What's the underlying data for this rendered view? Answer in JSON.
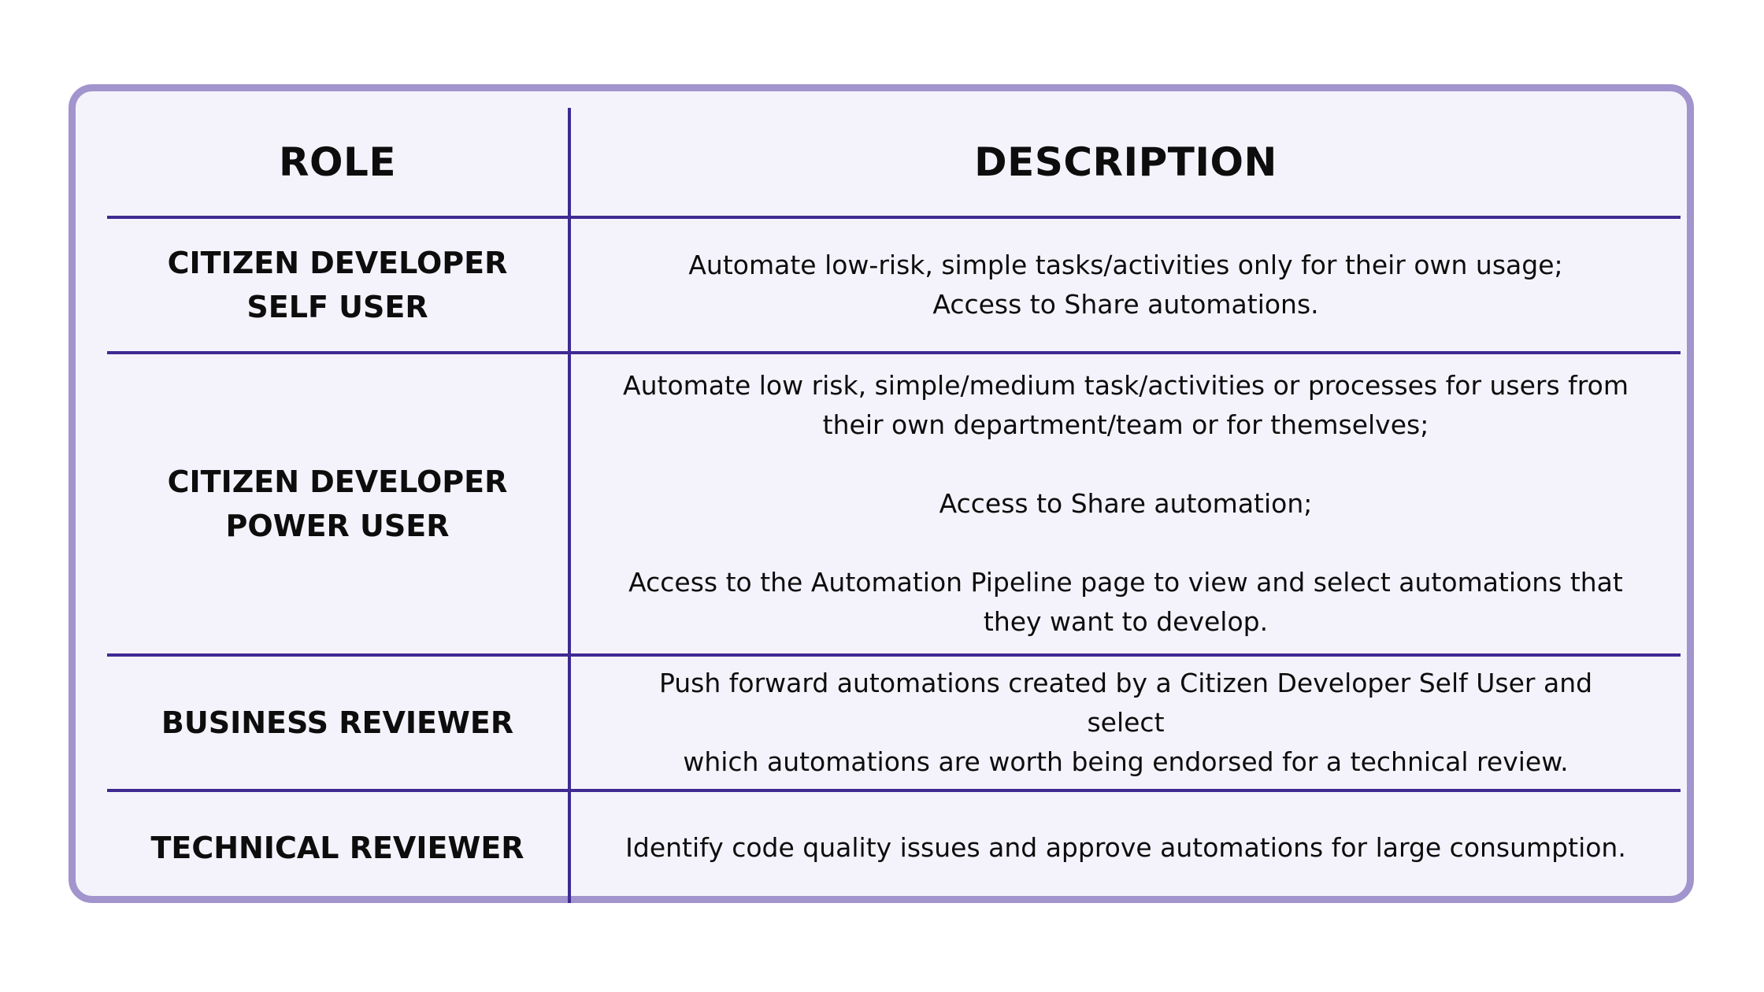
{
  "table": {
    "headers": {
      "role": "ROLE",
      "description": "DESCRIPTION"
    },
    "rows": [
      {
        "role_lines": [
          "CITIZEN DEVELOPER",
          "SELF USER"
        ],
        "description_paragraphs": [
          [
            "Automate low-risk, simple tasks/activities only for their own usage;",
            "Access to Share automations."
          ]
        ]
      },
      {
        "role_lines": [
          "CITIZEN DEVELOPER",
          "POWER USER"
        ],
        "description_paragraphs": [
          [
            "Automate low risk, simple/medium task/activities or processes for users from",
            "their own department/team or for themselves;"
          ],
          [
            "Access to Share automation;"
          ],
          [
            "Access to the Automation Pipeline page to view and select automations that",
            "they want to develop."
          ]
        ]
      },
      {
        "role_lines": [
          "BUSINESS REVIEWER"
        ],
        "description_paragraphs": [
          [
            "Push forward automations created by a Citizen Developer Self User and select",
            "which automations are worth being endorsed for a technical review."
          ]
        ]
      },
      {
        "role_lines": [
          "TECHNICAL REVIEWER"
        ],
        "description_paragraphs": [
          [
            "Identify code quality issues and approve automations for large consumption."
          ]
        ]
      }
    ]
  },
  "colors": {
    "border": "#a294cc",
    "background": "#f4f3fb",
    "rule": "#3e2a92",
    "text": "#0d0d0d"
  }
}
